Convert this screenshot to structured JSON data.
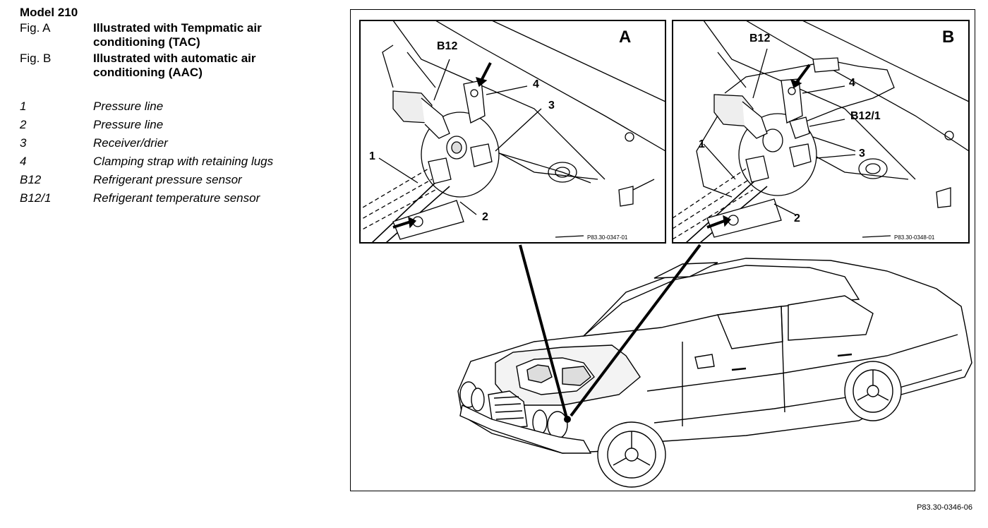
{
  "legend": {
    "model": "Model 210",
    "figures": [
      {
        "key": "Fig. A",
        "text": "Illustrated with Tempmatic air conditioning (TAC)"
      },
      {
        "key": "Fig. B",
        "text": "Illustrated with automatic air conditioning (AAC)"
      }
    ],
    "items": [
      {
        "key": "1",
        "text": "Pressure line"
      },
      {
        "key": "2",
        "text": "Pressure line"
      },
      {
        "key": "3",
        "text": "Receiver/drier"
      },
      {
        "key": "4",
        "text": "Clamping strap with retaining lugs"
      },
      {
        "key": "B12",
        "text": "Refrigerant pressure sensor"
      },
      {
        "key": "B12/1",
        "text": "Refrigerant temperature sensor"
      }
    ]
  },
  "diagram": {
    "inset_a": {
      "letter": "A",
      "code": "P83.30-0347-01",
      "labels": {
        "b12": "B12",
        "n1": "1",
        "n2": "2",
        "n3": "3",
        "n4": "4"
      }
    },
    "inset_b": {
      "letter": "B",
      "code": "P83.30-0348-01",
      "labels": {
        "b12": "B12",
        "b12_1": "B12/1",
        "n1": "1",
        "n2": "2",
        "n3": "3",
        "n4": "4"
      }
    },
    "figure_code": "P83.30-0346-06"
  }
}
